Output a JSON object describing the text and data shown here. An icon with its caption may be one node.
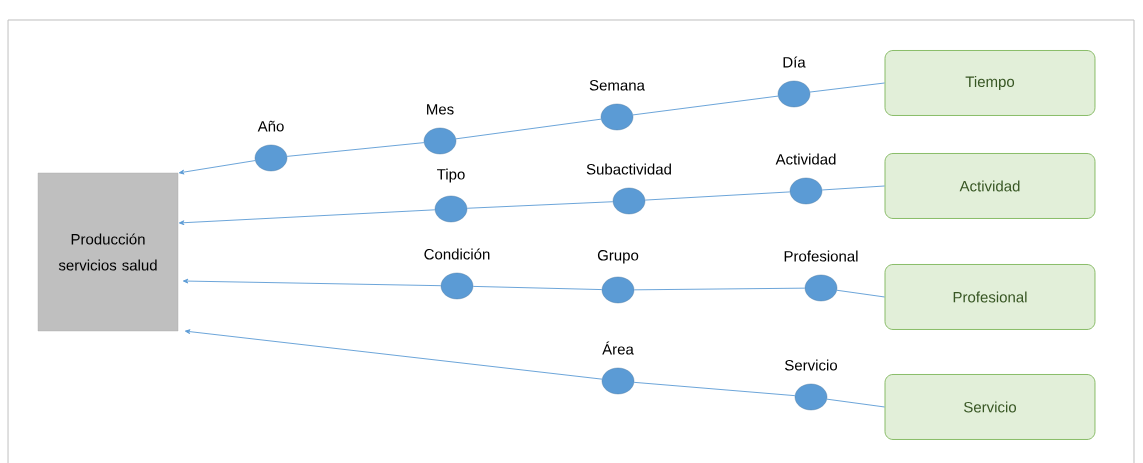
{
  "diagram": {
    "nodes": [
      {
        "text": [
          "Producción servicios salud"
        ]
      },
      {
        "text": [
          "Tiempo"
        ]
      },
      {
        "text": [
          "Día"
        ]
      },
      {
        "text": [
          "Semana"
        ]
      },
      {
        "text": [
          "Mes"
        ]
      },
      {
        "text": [
          "Año"
        ]
      },
      {
        "text": [
          "Actividad"
        ]
      },
      {
        "text": [
          "Actividad"
        ]
      },
      {
        "text": [
          "Subactividad"
        ]
      },
      {
        "text": [
          "Tipo"
        ]
      },
      {
        "text": [
          "Profesional"
        ]
      },
      {
        "text": [
          "Profesional"
        ]
      },
      {
        "text": [
          "Grupo"
        ]
      },
      {
        "text": [
          "Condición"
        ]
      },
      {
        "text": [
          "Servicio"
        ]
      },
      {
        "text": [
          "Servicio"
        ]
      },
      {
        "text": [
          "Área"
        ]
      }
    ],
    "edges": [
      {
        "from": 1,
        "to": 2,
        "arrow": "none"
      },
      {
        "from": 2,
        "to": 3,
        "arrow": "none"
      },
      {
        "from": 3,
        "to": 4,
        "arrow": "none"
      },
      {
        "from": 4,
        "to": 5,
        "arrow": "none"
      },
      {
        "from": 5,
        "to": 0,
        "arrow": "to"
      },
      {
        "from": 6,
        "to": 7,
        "arrow": "none"
      },
      {
        "from": 7,
        "to": 8,
        "arrow": "none"
      },
      {
        "from": 8,
        "to": 9,
        "arrow": "none"
      },
      {
        "from": 9,
        "to": 0,
        "arrow": "to"
      },
      {
        "from": 10,
        "to": 11,
        "arrow": "none"
      },
      {
        "from": 11,
        "to": 12,
        "arrow": "none"
      },
      {
        "from": 12,
        "to": 13,
        "arrow": "none"
      },
      {
        "from": 13,
        "to": 0,
        "arrow": "to"
      },
      {
        "from": 14,
        "to": 15,
        "arrow": "none"
      },
      {
        "from": 15,
        "to": 16,
        "arrow": "none"
      },
      {
        "from": 16,
        "to": 0,
        "arrow": "to"
      }
    ]
  }
}
